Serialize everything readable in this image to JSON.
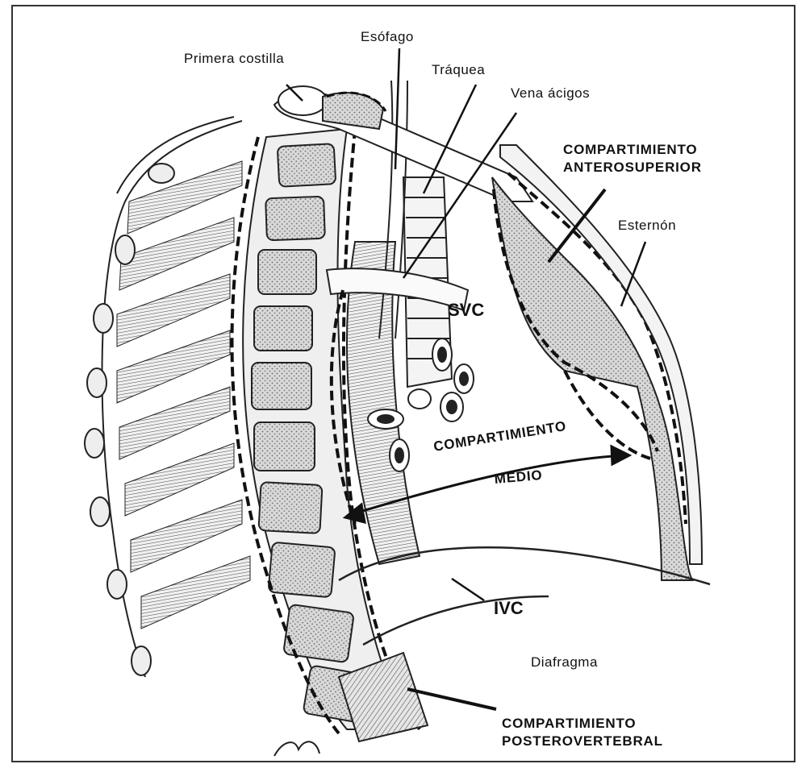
{
  "labels": {
    "primera_costilla": "Primera costilla",
    "esofago": "Esófago",
    "traquea": "Tráquea",
    "vena_acigos": "Vena ácigos",
    "comp_antero_1": "COMPARTIMIENTO",
    "comp_antero_2": "ANTEROSUPERIOR",
    "esternon": "Esternón",
    "svc": "SVC",
    "comp_medio_1": "COMPARTIMIENTO",
    "comp_medio_2": "MEDIO",
    "ivc": "IVC",
    "diafragma": "Diafragma",
    "comp_poster_1": "COMPARTIMIENTO",
    "comp_poster_2": "POSTEROVERTEBRAL"
  },
  "colors": {
    "ink": "#111111",
    "shade": "#bfbfbf",
    "paper": "#ffffff"
  }
}
